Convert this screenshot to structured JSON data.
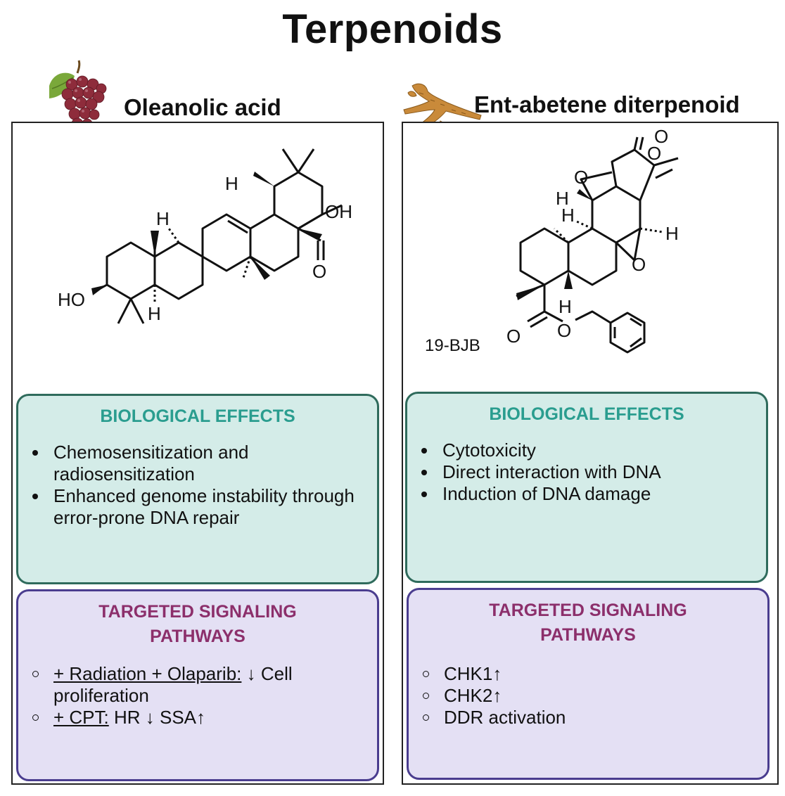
{
  "title": "Terpenoids",
  "left": {
    "compound": "Oleanolic acid",
    "icon": "grape-icon",
    "structure_labels": {
      "oh": "OH",
      "o": "O",
      "ho": "HO",
      "h1": "H",
      "h2": "H",
      "h3": "H"
    },
    "effects": {
      "heading": "BIOLOGICAL EFFECTS",
      "items": [
        "Chemosensitization and radiosensitization",
        "Enhanced genome instability through error-prone DNA repair"
      ]
    },
    "pathways": {
      "heading": "TARGETED SIGNALING PATHWAYS",
      "items": [
        {
          "prefix": "+ Radiation + Olaparib:",
          "text": " ↓ Cell proliferation"
        },
        {
          "prefix": "+ CPT:",
          "text": " HR ↓ SSA↑"
        }
      ]
    }
  },
  "right": {
    "compound": "Ent-abetene diterpenoid",
    "icon": "ginseng-root-icon",
    "compound_code": "19-BJB",
    "structure_labels": {
      "o1": "O",
      "o2": "O",
      "o3": "O",
      "o4": "O",
      "o5": "O",
      "o6": "O",
      "h1": "H",
      "h2": "H",
      "h3": "H",
      "h4": "H"
    },
    "effects": {
      "heading": "BIOLOGICAL EFFECTS",
      "items": [
        "Cytotoxicity",
        "Direct interaction with DNA",
        "Induction of DNA damage"
      ]
    },
    "pathways": {
      "heading": "TARGETED SIGNALING PATHWAYS",
      "items": [
        "CHK1↑",
        "CHK2↑",
        "DDR activation"
      ]
    }
  }
}
